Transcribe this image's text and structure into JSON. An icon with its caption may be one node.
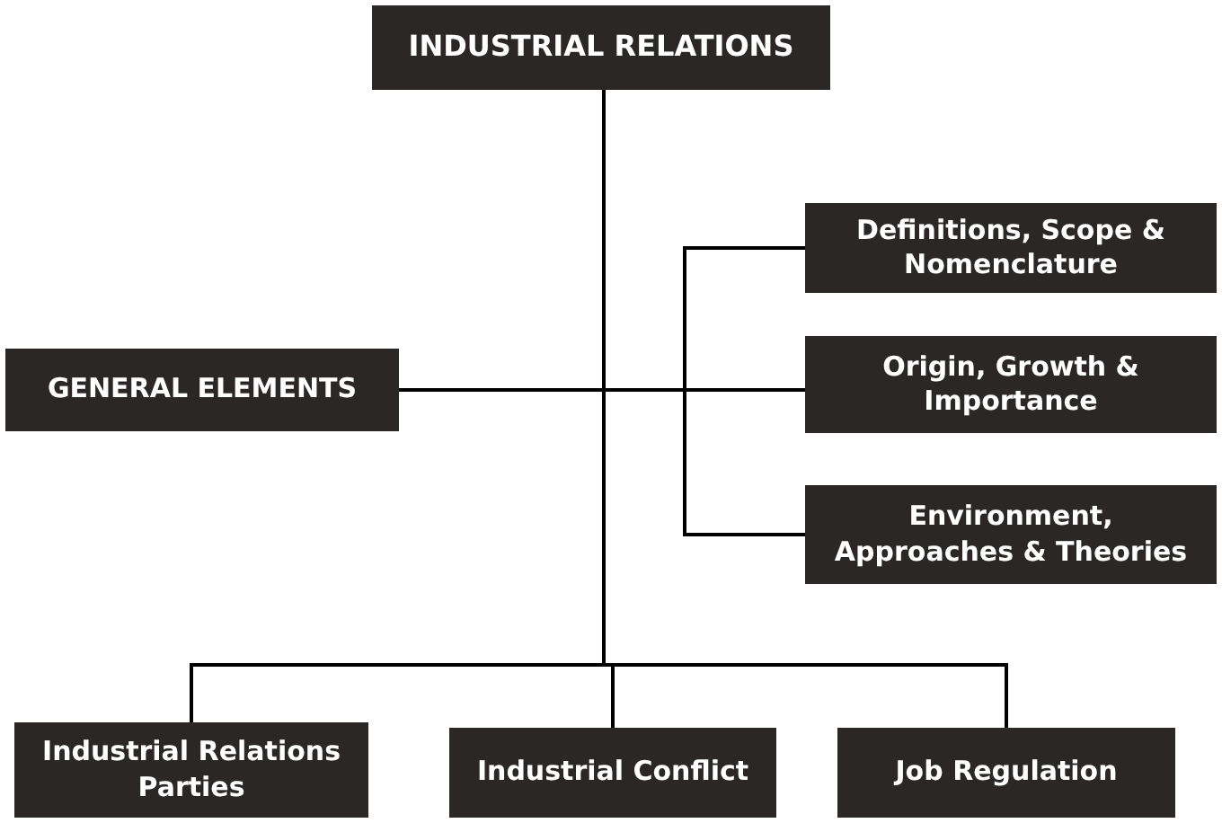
{
  "diagram": {
    "nodes": [
      {
        "text": [
          "INDUSTRIAL RELATIONS"
        ]
      },
      {
        "text": [
          "GENERAL ELEMENTS"
        ]
      },
      {
        "text": [
          "Definitions, Scope & Nomenclature"
        ]
      },
      {
        "text": [
          "Origin, Growth & Importance"
        ]
      },
      {
        "text": [
          "Environment, Approaches & Theories"
        ]
      },
      {
        "text": [
          "Industrial Relations Parties"
        ]
      },
      {
        "text": [
          "Industrial Conflict"
        ]
      },
      {
        "text": [
          "Job Regulation"
        ]
      }
    ],
    "edges": [
      {
        "from": 0,
        "to": 1,
        "arrow": "none"
      },
      {
        "from": 1,
        "to": 2,
        "arrow": "none"
      },
      {
        "from": 1,
        "to": 3,
        "arrow": "none"
      },
      {
        "from": 1,
        "to": 4,
        "arrow": "none"
      },
      {
        "from": 0,
        "to": 5,
        "arrow": "none"
      },
      {
        "from": 0,
        "to": 6,
        "arrow": "none"
      },
      {
        "from": 0,
        "to": 7,
        "arrow": "none"
      }
    ]
  }
}
